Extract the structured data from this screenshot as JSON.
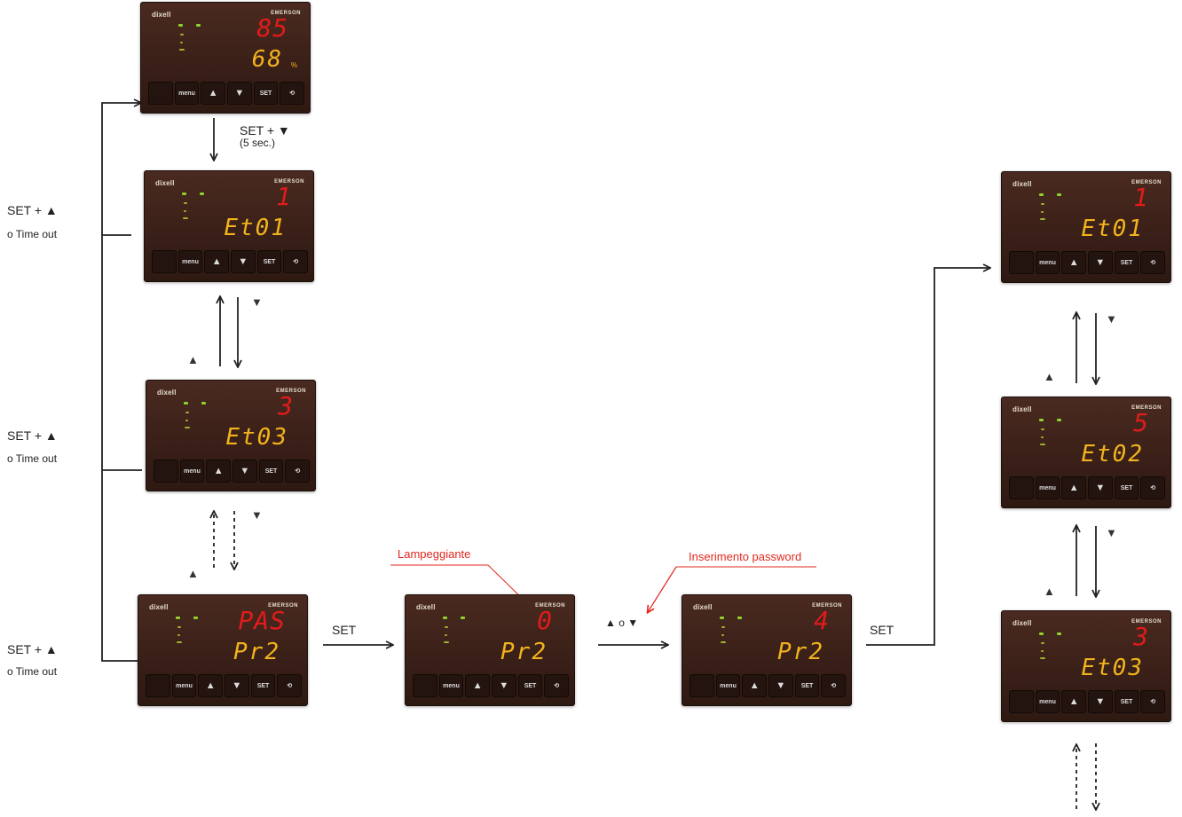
{
  "brand": "dixell",
  "maker": "EMERSON",
  "keys": [
    "",
    "menu",
    "▲",
    "▼",
    "SET",
    "⟲"
  ],
  "up_symbol": "▲",
  "down_symbol": "▼",
  "panels": [
    {
      "id": "p1",
      "top": "85",
      "bot": "68",
      "unit": "%"
    },
    {
      "id": "p2",
      "top": "1",
      "bot": "Et01"
    },
    {
      "id": "p3",
      "top": "3",
      "bot": "Et03"
    },
    {
      "id": "p4",
      "top": "PAS",
      "bot": "Pr2"
    },
    {
      "id": "p5",
      "top": "0",
      "bot": "Pr2"
    },
    {
      "id": "p6",
      "top": "4",
      "bot": "Pr2"
    },
    {
      "id": "p7",
      "top": "1",
      "bot": "Et01"
    },
    {
      "id": "p8",
      "top": "5",
      "bot": "Et02"
    },
    {
      "id": "p9",
      "top": "3",
      "bot": "Et03"
    }
  ],
  "labels": {
    "set_down_1": "SET + ▼",
    "set_down_2": "(5 sec.)",
    "set_up": "SET + ▲",
    "timeout": "o Time out",
    "set": "SET",
    "up_or_down": "▲ o ▼",
    "blinking": "Lampeggiante",
    "password_entry": "Inserimento password"
  }
}
